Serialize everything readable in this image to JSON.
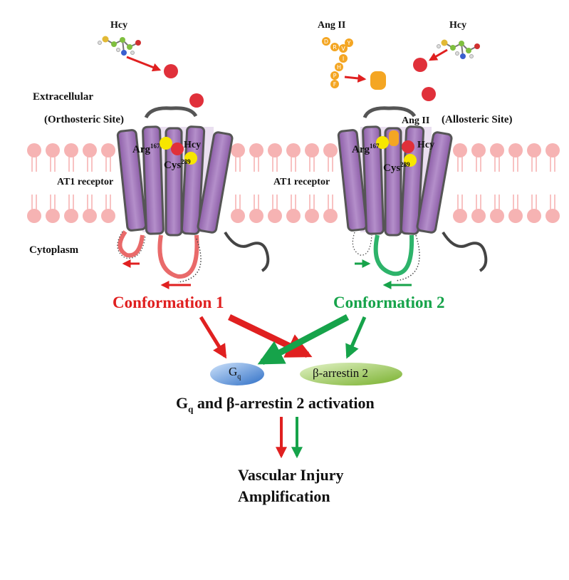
{
  "labels": {
    "hcy_left": "Hcy",
    "hcy_right": "Hcy",
    "ang_ii_top": "Ang II",
    "extracellular": "Extracellular",
    "orthosteric_site": "(Orthosteric Site)",
    "allosteric_site": "(Allosteric Site)",
    "ang_ii_bound": "Ang II",
    "arg_left": "Arg",
    "arg_left_sup": "167",
    "hcy_bound_left": "Hcy",
    "cys_left": "Cys",
    "cys_left_sup": "289",
    "arg_right": "Arg",
    "arg_right_sup": "167",
    "hcy_bound_right": "Hcy",
    "cys_right": "Cys",
    "cys_right_sup": "289",
    "at1_left": "AT1 receptor",
    "at1_right": "AT1 receptor",
    "cytoplasm": "Cytoplasm",
    "conformation_1": "Conformation 1",
    "conformation_2": "Conformation 2",
    "gq_symbol": "G",
    "gq_subscript": "q",
    "beta_arrestin": "β-arrestin 2",
    "activation_g": "G",
    "activation_q": "q",
    "activation_rest": " and β-arrestin 2 activation",
    "outcome_line1": "Vascular Injury",
    "outcome_line2": "Amplification"
  },
  "peptide_letters": [
    "D",
    "R",
    "V",
    "Y",
    "I",
    "H",
    "P",
    "F"
  ],
  "colors": {
    "red": "#e02020",
    "green": "#16a34a",
    "receptor": "#a77bbd",
    "receptor_dark": "#7a4a94",
    "membrane": "#f6b3b3",
    "angii": "#f4a623",
    "gq_blue": "#3f7fd4",
    "arrestin_green": "#8cbf3f",
    "residue_yellow": "#f7e600"
  }
}
